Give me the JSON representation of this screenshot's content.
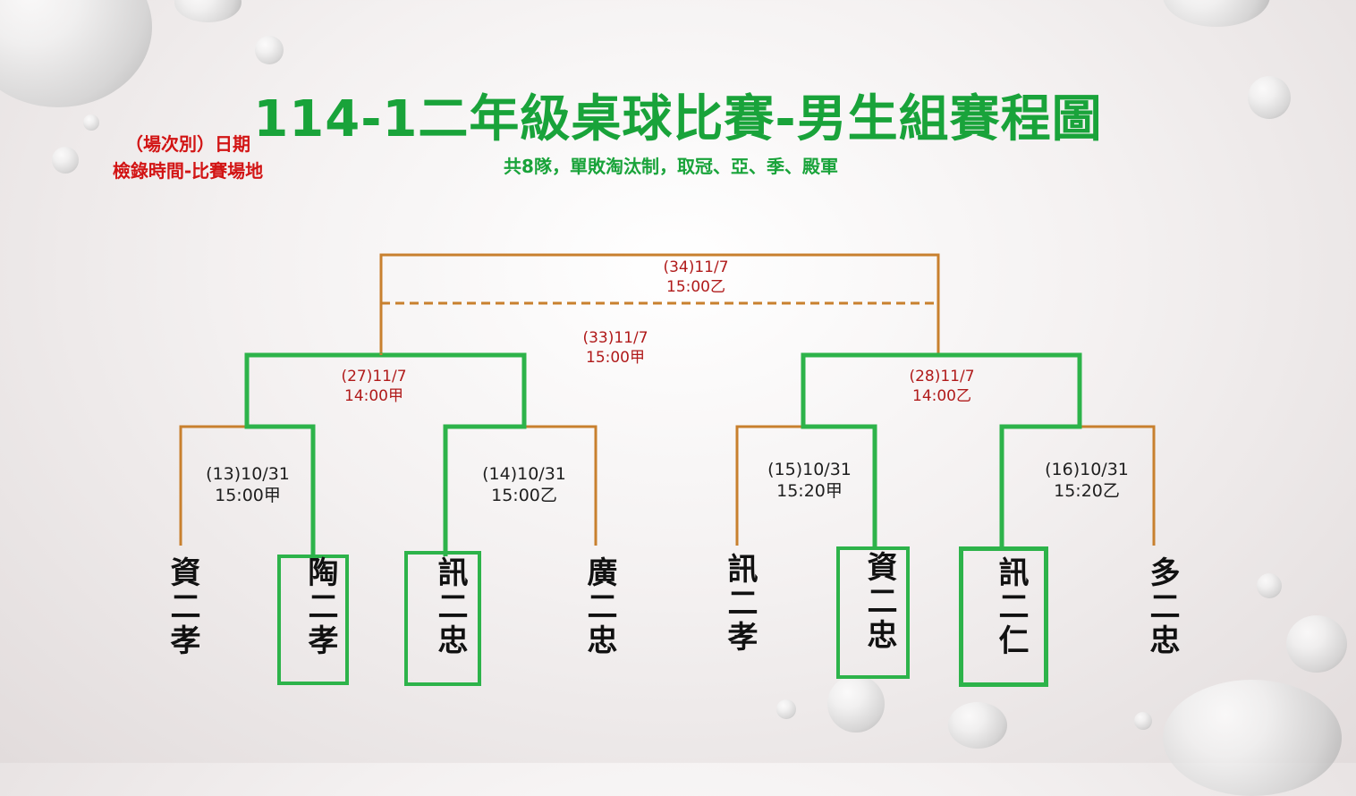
{
  "title": "114-1二年級桌球比賽-男生組賽程圖",
  "subtitle": "共8隊，單敗淘汰制，取冠、亞、季、殿軍",
  "legend": {
    "line1": "（場次別）日期",
    "line2": "檢錄時間-比賽場地"
  },
  "colors": {
    "title": "#19a33a",
    "legend": "#d21414",
    "line": "#c8802e",
    "winner": "#2db34a",
    "final_text": "#b01a1a"
  },
  "matches": {
    "m13": {
      "line1": "(13)10/31",
      "line2": "15:00甲"
    },
    "m14": {
      "line1": "(14)10/31",
      "line2": "15:00乙"
    },
    "m15": {
      "line1": "(15)10/31",
      "line2": "15:20甲"
    },
    "m16": {
      "line1": "(16)10/31",
      "line2": "15:20乙"
    },
    "m27": {
      "line1": "(27)11/7",
      "line2": "14:00甲"
    },
    "m28": {
      "line1": "(28)11/7",
      "line2": "14:00乙"
    },
    "m33": {
      "line1": "(33)11/7",
      "line2": "15:00甲"
    },
    "m34": {
      "line1": "(34)11/7",
      "line2": "15:00乙"
    }
  },
  "teams": [
    {
      "name": "資二孝",
      "winner": false
    },
    {
      "name": "陶二孝",
      "winner": true
    },
    {
      "name": "訊二忠",
      "winner": true
    },
    {
      "name": "廣二忠",
      "winner": false
    },
    {
      "name": "訊二孝",
      "winner": false
    },
    {
      "name": "資二忠",
      "winner": true
    },
    {
      "name": "訊二仁",
      "winner": true
    },
    {
      "name": "多二忠",
      "winner": false
    }
  ]
}
